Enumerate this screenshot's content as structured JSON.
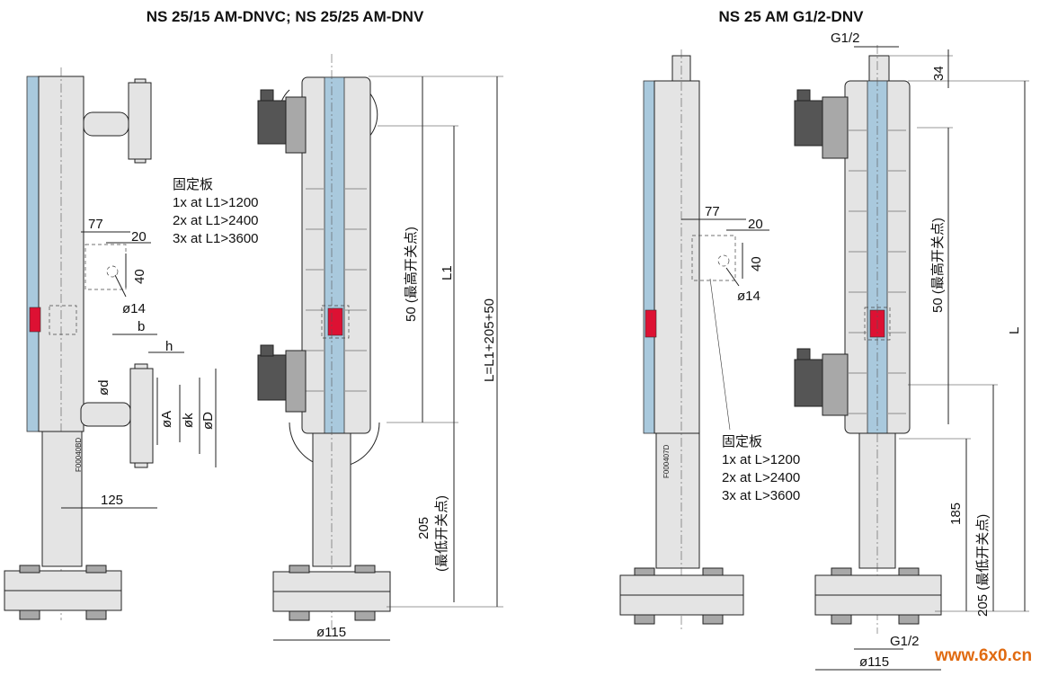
{
  "titles": {
    "left": "NS 25/15 AM-DNVC; NS 25/25 AM-DNV",
    "right": "NS 25 AM G1/2-DNV"
  },
  "left_diagram": {
    "mount_plate": {
      "title": "固定板",
      "lines": [
        "1x at L1>1200",
        "2x at L1>2400",
        "3x at L1>3600"
      ]
    },
    "dims": {
      "d77": "77",
      "d20": "20",
      "d40": "40",
      "dia14": "ø14",
      "b": "b",
      "h": "h",
      "od": "ød",
      "oA": "øA",
      "ok": "øk",
      "oD": "øD",
      "d125": "125",
      "d115": "ø115",
      "high": "50 (最高开关点)",
      "l1": "L1",
      "total": "L=L1+205+50",
      "low_value": "205",
      "low_label": "(最低开关点)",
      "drawing_no": "F00040BD"
    }
  },
  "right_diagram": {
    "mount_plate": {
      "title": "固定板",
      "lines": [
        "1x at L>1200",
        "2x at L>2400",
        "3x at L>3600"
      ]
    },
    "dims": {
      "g_top": "G1/2",
      "g_bottom": "G1/2",
      "d34": "34",
      "d77": "77",
      "d20": "20",
      "d40": "40",
      "dia14": "ø14",
      "high": "50 (最高开关点)",
      "l": "L",
      "d185": "185",
      "low": "205 (最低开关点)",
      "d115": "ø115",
      "drawing_no": "F00040​7D"
    }
  },
  "watermark": "www.6x0.cn",
  "colors": {
    "glass": "#a9c9dd",
    "indicator": "#dd1133",
    "watermark": "#e06a10"
  }
}
